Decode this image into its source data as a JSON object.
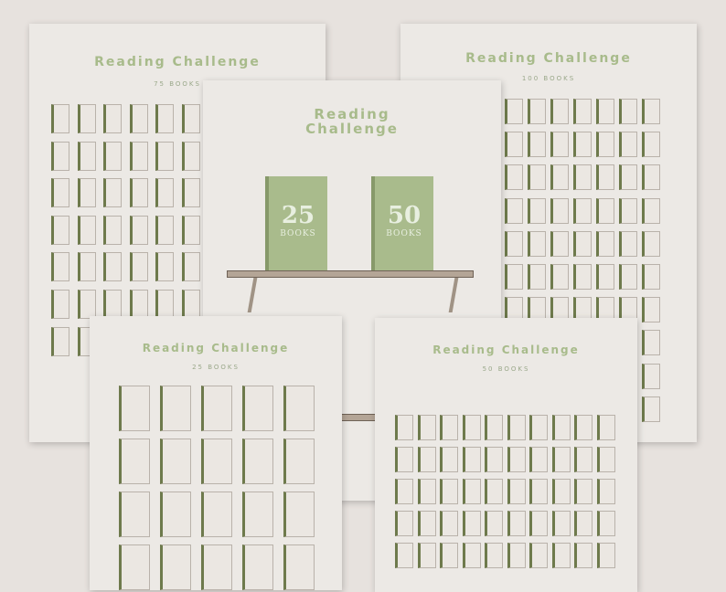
{
  "title": "Reading Challenge",
  "center": {
    "title_line1": "Reading",
    "title_line2": "Challenge",
    "books": [
      {
        "number": "25",
        "label": "BOOKS"
      },
      {
        "number": "50",
        "label": "BOOKS"
      }
    ]
  },
  "sheets": {
    "s75": {
      "title": "Reading Challenge",
      "subtitle": "75 BOOKS",
      "cols": 6,
      "rows": 7
    },
    "s100": {
      "title": "Reading Challenge",
      "subtitle": "100 BOOKS",
      "cols": 7,
      "rows": 10
    },
    "s25": {
      "title": "Reading Challenge",
      "subtitle": "25 BOOKS",
      "cols": 5,
      "rows": 4
    },
    "s50": {
      "title": "Reading Challenge",
      "subtitle": "50 BOOKS",
      "cols": 10,
      "rows": 5
    }
  },
  "colors": {
    "accent": "#a8bb8b",
    "book_spine": "#6e7a4c",
    "paper": "#ece9e5",
    "background": "#e7e2de"
  }
}
